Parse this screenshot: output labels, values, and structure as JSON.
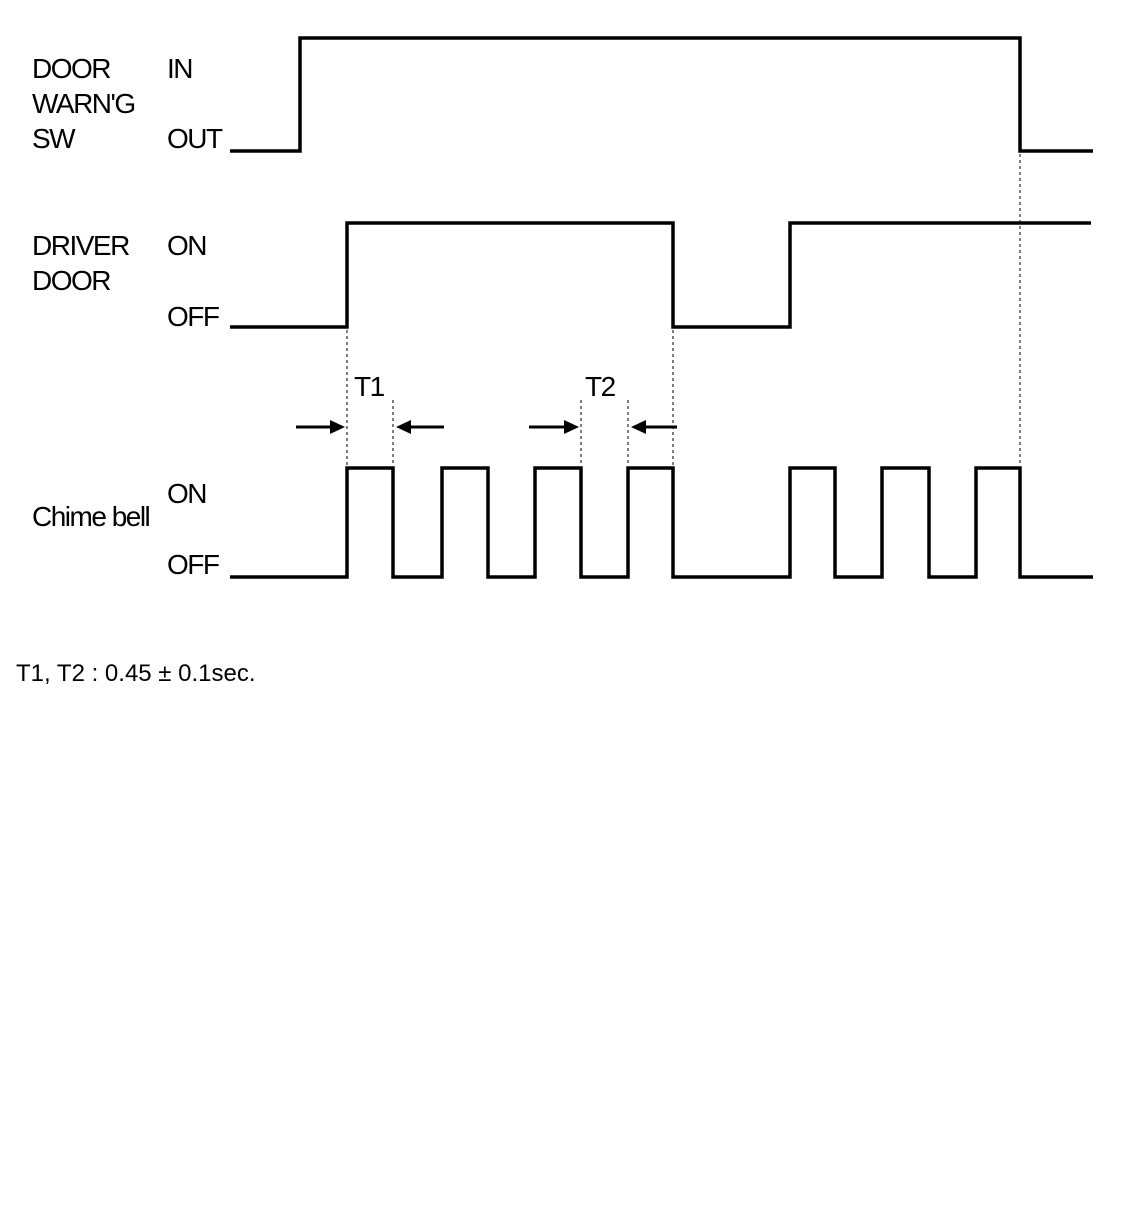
{
  "signals": {
    "door_warning_sw": {
      "name_lines": [
        "DOOR",
        "WARN'G",
        "SW"
      ],
      "high_label": "IN",
      "low_label": "OUT"
    },
    "driver_door": {
      "name_lines": [
        "DRIVER",
        "DOOR"
      ],
      "high_label": "ON",
      "low_label": "OFF"
    },
    "chime_bell": {
      "name": "Chime bell",
      "high_label": "ON",
      "low_label": "OFF"
    }
  },
  "timing_marks": {
    "t1": "T1",
    "t2": "T2"
  },
  "note": "T1, T2 : 0.45 ± 0.1sec."
}
